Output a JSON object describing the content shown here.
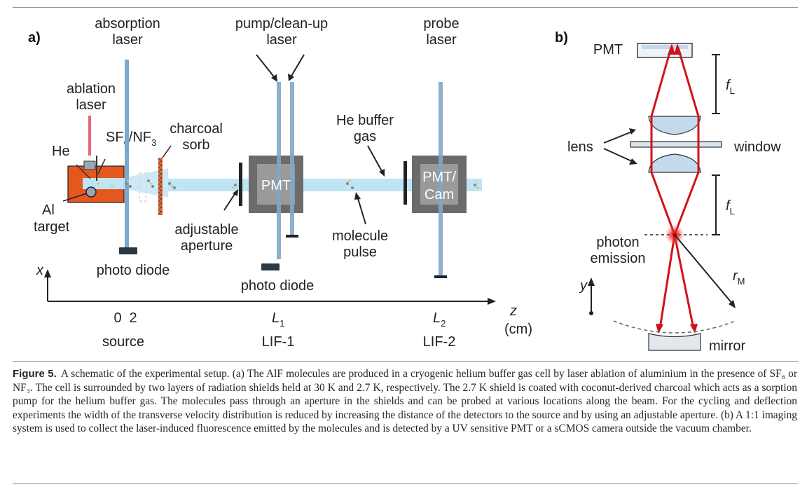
{
  "panel_a": {
    "label": "a)",
    "absorption_laser": [
      "absorption",
      "laser"
    ],
    "pump_laser": [
      "pump/clean-up",
      "laser"
    ],
    "probe_laser": [
      "probe",
      "laser"
    ],
    "ablation_laser": [
      "ablation",
      "laser"
    ],
    "charcoal_sorb": [
      "charcoal",
      "sorb"
    ],
    "he": "He",
    "sf6_nf3": {
      "pre": "SF",
      "sub1": "6",
      "mid": "/NF",
      "sub2": "3"
    },
    "al_target": [
      "Al",
      "target"
    ],
    "pmt": "PMT",
    "pmt_cam": [
      "PMT/",
      "Cam"
    ],
    "he_buffer_gas": [
      "He buffer",
      "gas"
    ],
    "adjustable_aperture": [
      "adjustable",
      "aperture"
    ],
    "molecule_pulse": [
      "molecule",
      "pulse"
    ],
    "photo_diode_1": "photo diode",
    "photo_diode_2": "photo diode",
    "axis_x": "x",
    "axis_z": "z",
    "axis_z_unit": "(cm)",
    "tick_0": "0",
    "tick_2": "2",
    "source": "source",
    "l1": {
      "main": "L",
      "sub": "1"
    },
    "lif1": "LIF-1",
    "l2": {
      "main": "L",
      "sub": "2"
    },
    "lif2": "LIF-2"
  },
  "panel_b": {
    "label": "b)",
    "pmt": "PMT",
    "focal": {
      "main": "f",
      "sub": "L"
    },
    "lens": "lens",
    "window": "window",
    "photon_emission": [
      "photon",
      "emission"
    ],
    "r_m": {
      "main": "r",
      "sub": "M"
    },
    "axis_y": "y",
    "mirror": "mirror"
  },
  "caption": {
    "label": "Figure 5.",
    "text": "A schematic of the experimental setup. (a) The AlF molecules are produced in a cryogenic helium buffer gas cell by laser ablation of aluminium in the presence of SF₆ or NF₃. The cell is surrounded by two layers of radiation shields held at 30 K and 2.7 K, respectively. The 2.7 K shield is coated with coconut-derived charcoal which acts as a sorption pump for the helium buffer gas. The molecules pass through an aperture in the shields and can be probed at various locations along the beam. For the cycling and deflection experiments the width of the transverse velocity distribution is reduced by increasing the distance of the detectors to the source and by using an adjustable aperture. (b) A 1:1 imaging system is used to collect the laser-induced fluorescence emitted by the molecules and is detected by a UV sensitive PMT or a sCMOS camera outside the vacuum chamber."
  },
  "colors": {
    "laser_blue": "#7fa7c9",
    "beam_light_blue": "#bfe4f4",
    "cell_orange": "#e4571f",
    "red_ray": "#d0131b",
    "lens_fill": "#c5d9ec"
  }
}
